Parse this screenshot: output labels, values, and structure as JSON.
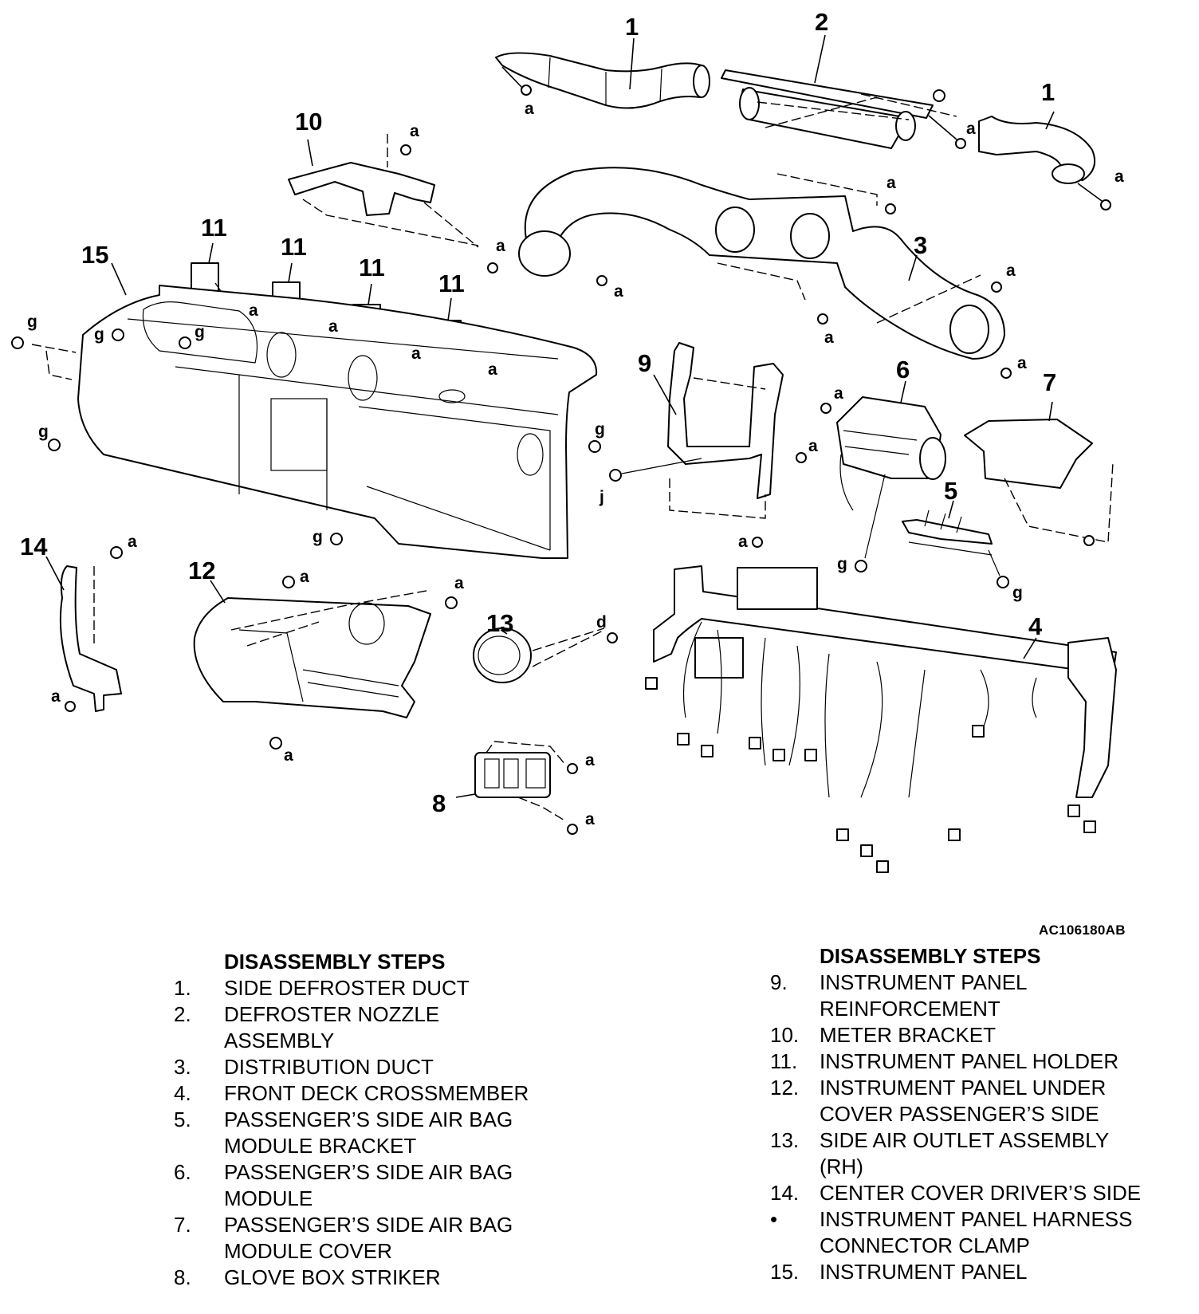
{
  "diagram": {
    "title": "Instrument panel exploded view",
    "document_id": "AC106180AB",
    "callouts": {
      "c1a": "1",
      "c1b": "1",
      "c2": "2",
      "c3": "3",
      "c4": "4",
      "c5": "5",
      "c6": "6",
      "c7": "7",
      "c8": "8",
      "c9": "9",
      "c10": "10",
      "c11a": "11",
      "c11b": "11",
      "c11c": "11",
      "c11d": "11",
      "c12": "12",
      "c13": "13",
      "c14": "14",
      "c15": "15"
    },
    "fastener_labels": {
      "a": "a",
      "d": "d",
      "g": "g",
      "j": "j"
    }
  },
  "steps_left": {
    "heading": "DISASSEMBLY STEPS",
    "items": [
      {
        "num": "1.",
        "lines": [
          "SIDE DEFROSTER DUCT"
        ]
      },
      {
        "num": "2.",
        "lines": [
          "DEFROSTER NOZZLE",
          "ASSEMBLY"
        ]
      },
      {
        "num": "3.",
        "lines": [
          "DISTRIBUTION DUCT"
        ]
      },
      {
        "num": "4.",
        "lines": [
          "FRONT DECK CROSSMEMBER"
        ]
      },
      {
        "num": "5.",
        "lines": [
          "PASSENGER’S SIDE AIR BAG",
          "MODULE BRACKET"
        ]
      },
      {
        "num": "6.",
        "lines": [
          "PASSENGER’S SIDE AIR BAG",
          "MODULE"
        ]
      },
      {
        "num": "7.",
        "lines": [
          "PASSENGER’S SIDE AIR BAG",
          "MODULE COVER"
        ]
      },
      {
        "num": "8.",
        "lines": [
          "GLOVE BOX STRIKER"
        ]
      }
    ]
  },
  "steps_right": {
    "heading": "DISASSEMBLY STEPS",
    "items": [
      {
        "num": "9.",
        "lines": [
          "INSTRUMENT PANEL",
          "REINFORCEMENT"
        ]
      },
      {
        "num": "10.",
        "lines": [
          "METER BRACKET"
        ]
      },
      {
        "num": "11.",
        "lines": [
          "INSTRUMENT PANEL HOLDER"
        ]
      },
      {
        "num": "12.",
        "lines": [
          "INSTRUMENT PANEL UNDER",
          "COVER PASSENGER’S SIDE"
        ]
      },
      {
        "num": "13.",
        "lines": [
          "SIDE AIR OUTLET ASSEMBLY",
          "(RH)"
        ]
      },
      {
        "num": "14.",
        "lines": [
          "CENTER COVER DRIVER’S SIDE"
        ]
      },
      {
        "num": "•",
        "lines": [
          "INSTRUMENT PANEL HARNESS",
          "CONNECTOR CLAMP"
        ]
      },
      {
        "num": "15.",
        "lines": [
          "INSTRUMENT PANEL"
        ]
      }
    ]
  }
}
